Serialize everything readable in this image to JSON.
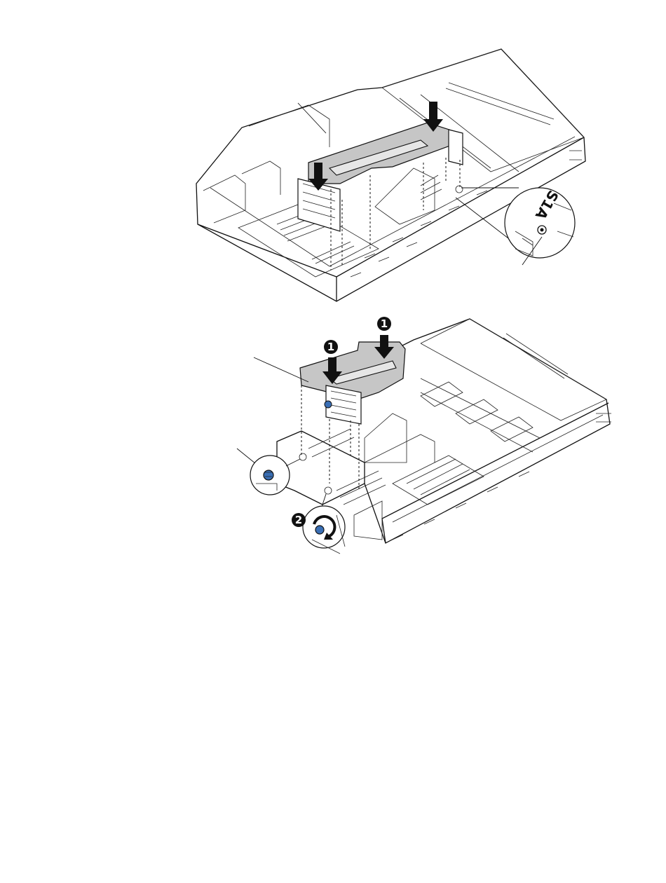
{
  "figure_top": {
    "inset_label": "S1A"
  },
  "figure_bottom": {
    "step_1": "1",
    "step_2": "2"
  },
  "colors": {
    "line": "#111111",
    "gray_fill": "#c6c6c6",
    "light_fill": "#e6e6e6",
    "thumbscrew_blue": "#3a6fb5"
  }
}
